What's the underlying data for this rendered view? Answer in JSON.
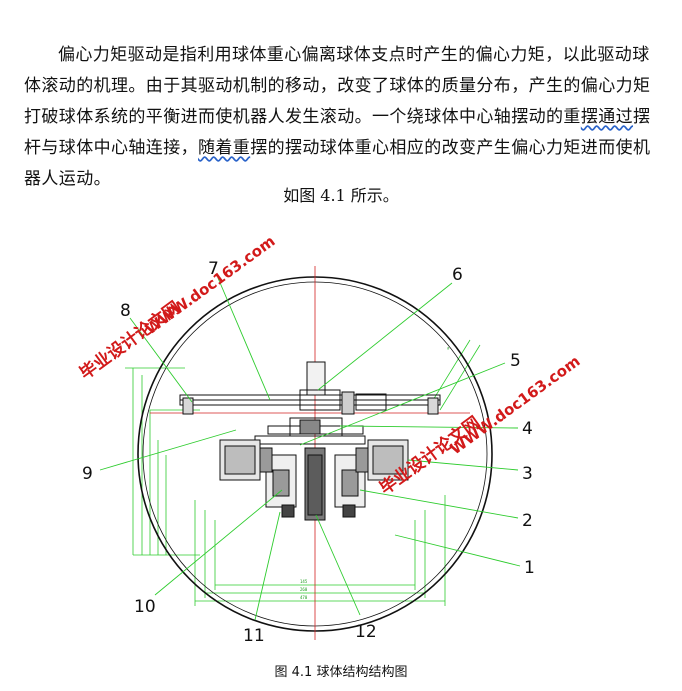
{
  "paragraph": {
    "seg1": "偏心力矩驱动是指利用球体重心偏离球体支点时产生的偏心力矩，以此驱动球体滚动的机理。由于其驱动机制的移动，改变了球体的质量分布，产生的偏心力矩打破球体系统的平衡进而使机器人发生滚动。一个绕球体中心轴摆动的重",
    "wavy1": "摆通过",
    "seg2": "摆杆与球体中心轴连接，",
    "wavy2": "随着重",
    "seg3": "摆的摆动球体重心相应的改变产生偏心力矩进而使机器人运动。"
  },
  "figure_ref": "如图 4.1 所示。",
  "figure_caption": "图 4.1 球体结构结构图",
  "watermarks": {
    "site_left": "WWW.doc163.com",
    "brand_left": "毕业设计论文网",
    "site_right": "WWW.doc163.com",
    "brand_right": "毕业设计论文网"
  },
  "part_labels": {
    "n1": "1",
    "n2": "2",
    "n3": "3",
    "n4": "4",
    "n5": "5",
    "n6": "6",
    "n7": "7",
    "n8": "8",
    "n9": "9",
    "n10": "10",
    "n11": "11",
    "n12": "12"
  },
  "colors": {
    "drawing": "#111111",
    "leader_lines": "#2ecc2e",
    "centerline": "#d22020",
    "watermark": "#d21a1a",
    "wavy_underline": "#2a63c9"
  }
}
